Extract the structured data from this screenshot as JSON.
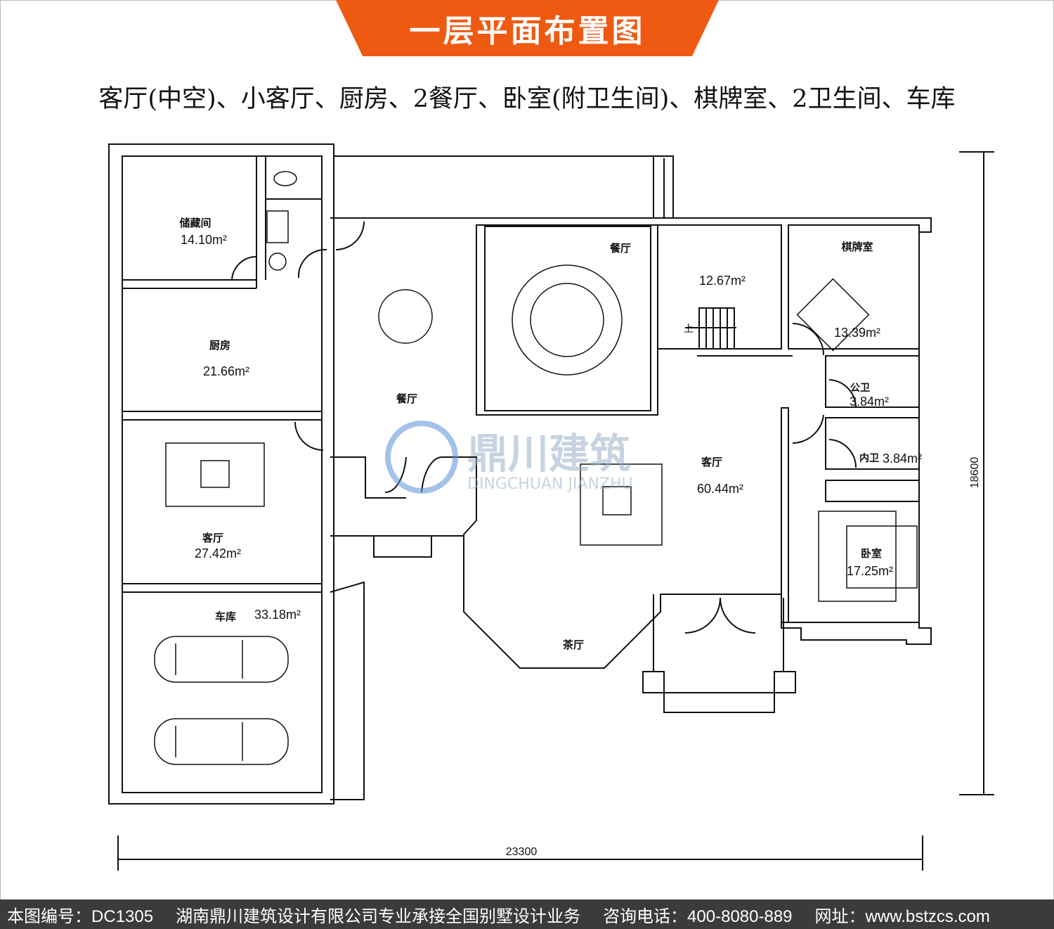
{
  "title": "一层平面布置图",
  "subtitle": "客厅(中空)、小客厅、厨房、2餐厅、卧室(附卫生间)、棋牌室、2卫生间、车库",
  "rooms": {
    "storage": {
      "name": "储藏间",
      "area": "14.10m²"
    },
    "kitchen": {
      "name": "厨房",
      "area": "21.66m²"
    },
    "dining1": {
      "name": "餐厅"
    },
    "dining2": {
      "name": "餐厅"
    },
    "stair": {
      "area": "12.67m²",
      "up": "上"
    },
    "chess": {
      "name": "棋牌室",
      "area": "13.39m²"
    },
    "public_wc": {
      "name": "公卫",
      "area": "3.84m²"
    },
    "inner_wc": {
      "name": "内卫",
      "area": "3.84m²"
    },
    "bedroom": {
      "name": "卧室",
      "area": "17.25m²"
    },
    "living_main": {
      "name": "客厅",
      "area": "60.44m²"
    },
    "living_small": {
      "name": "客厅",
      "area": "27.42m²"
    },
    "tea": {
      "name": "茶厅"
    },
    "garage": {
      "name": "车库",
      "area": "33.18m²"
    }
  },
  "dimensions": {
    "width": "23300",
    "height": "18600"
  },
  "watermark": {
    "cn": "鼎川建筑",
    "en": "DINGCHUAN JIANZHU"
  },
  "footer": {
    "drawing_no": "本图编号：DC1305",
    "company": "湖南鼎川建筑设计有限公司专业承接全国别墅设计业务",
    "phone": "咨询电话：400-8080-889",
    "website": "网址：www.bstzcs.com"
  },
  "colors": {
    "banner": "#ee5a12",
    "footer": "#3b3b3b",
    "watermark": "#5b8fd8"
  }
}
